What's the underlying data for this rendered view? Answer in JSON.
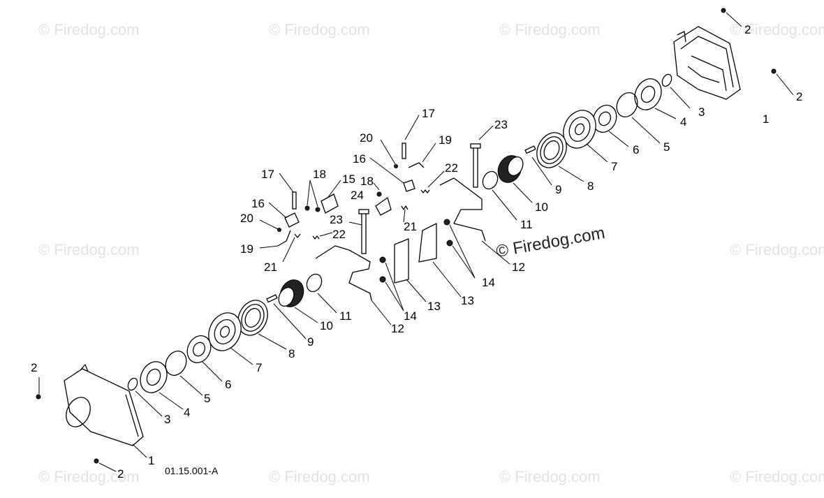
{
  "watermark": "© Firedog.com",
  "drawing_code": "01.15.001-A",
  "callouts": [
    "1",
    "2",
    "3",
    "4",
    "5",
    "6",
    "7",
    "8",
    "9",
    "10",
    "11",
    "12",
    "13",
    "14",
    "15",
    "16",
    "17",
    "18",
    "19",
    "20",
    "21",
    "22",
    "23",
    "24"
  ]
}
